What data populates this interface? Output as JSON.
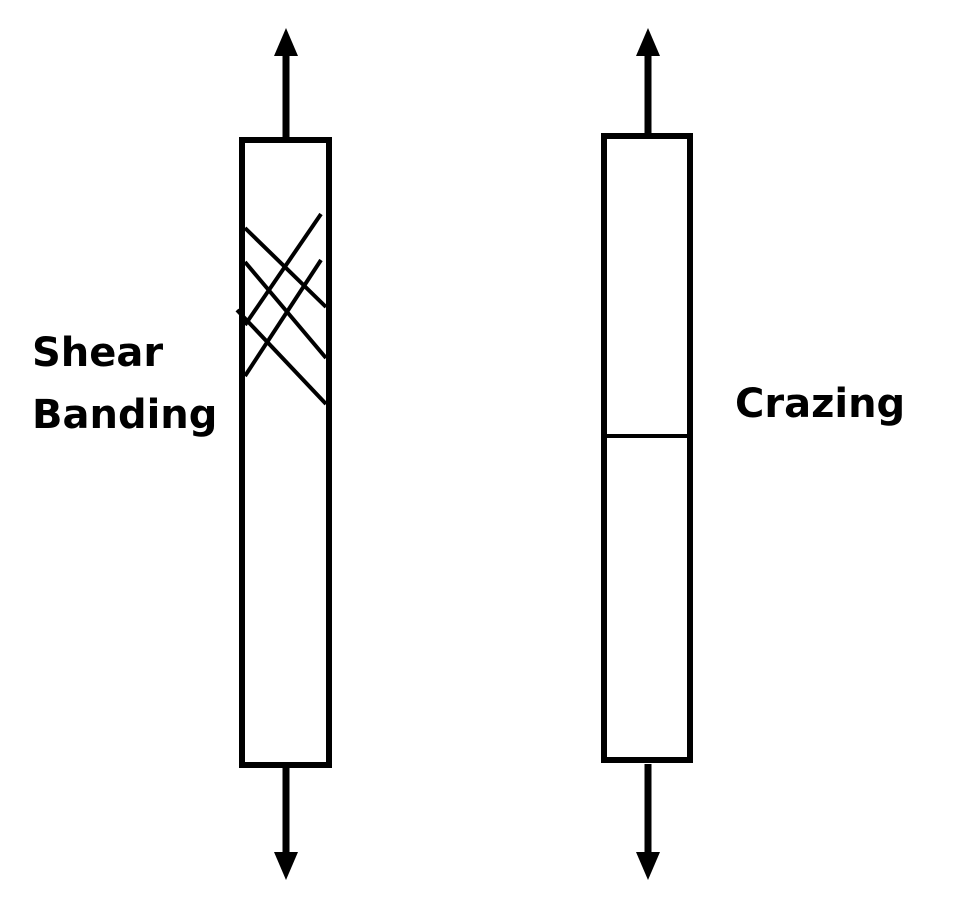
{
  "colors": {
    "stroke": "#000000",
    "background": "#ffffff"
  },
  "left_specimen": {
    "label_line_1": "Shear",
    "label_line_2": "Banding",
    "feature": "crossing diagonal shear bands"
  },
  "right_specimen": {
    "label": "Crazing",
    "feature": "single horizontal craze line"
  },
  "icons": {
    "load_arrow": "arrow-icon"
  }
}
